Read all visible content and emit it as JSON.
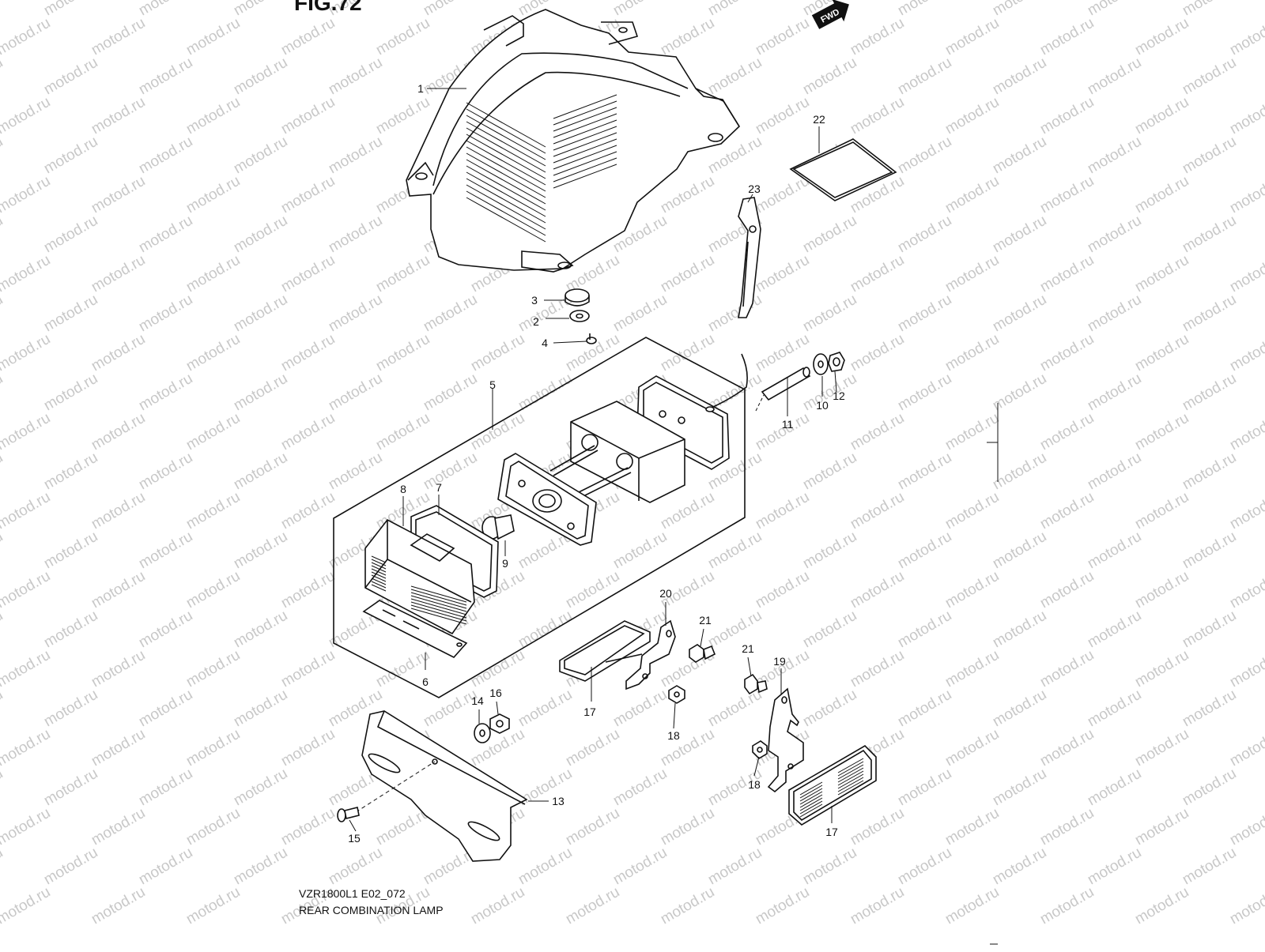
{
  "figure_title": "FIG.72",
  "fwd_badge": "FWD",
  "model_code": "VZR1800L1 E02_072",
  "diagram_name": "REAR COMBINATION LAMP",
  "watermark": "motod.ru",
  "callouts": {
    "c1": "1",
    "c2": "2",
    "c3": "3",
    "c4": "4",
    "c5": "5",
    "c6": "6",
    "c7": "7",
    "c8": "8",
    "c9": "9",
    "c10": "10",
    "c11": "11",
    "c12": "12",
    "c13": "13",
    "c14": "14",
    "c15": "15",
    "c16": "16",
    "c17a": "17",
    "c17b": "17",
    "c18a": "18",
    "c18b": "18",
    "c19": "19",
    "c20": "20",
    "c21a": "21",
    "c21b": "21",
    "c22": "22",
    "c23": "23"
  }
}
